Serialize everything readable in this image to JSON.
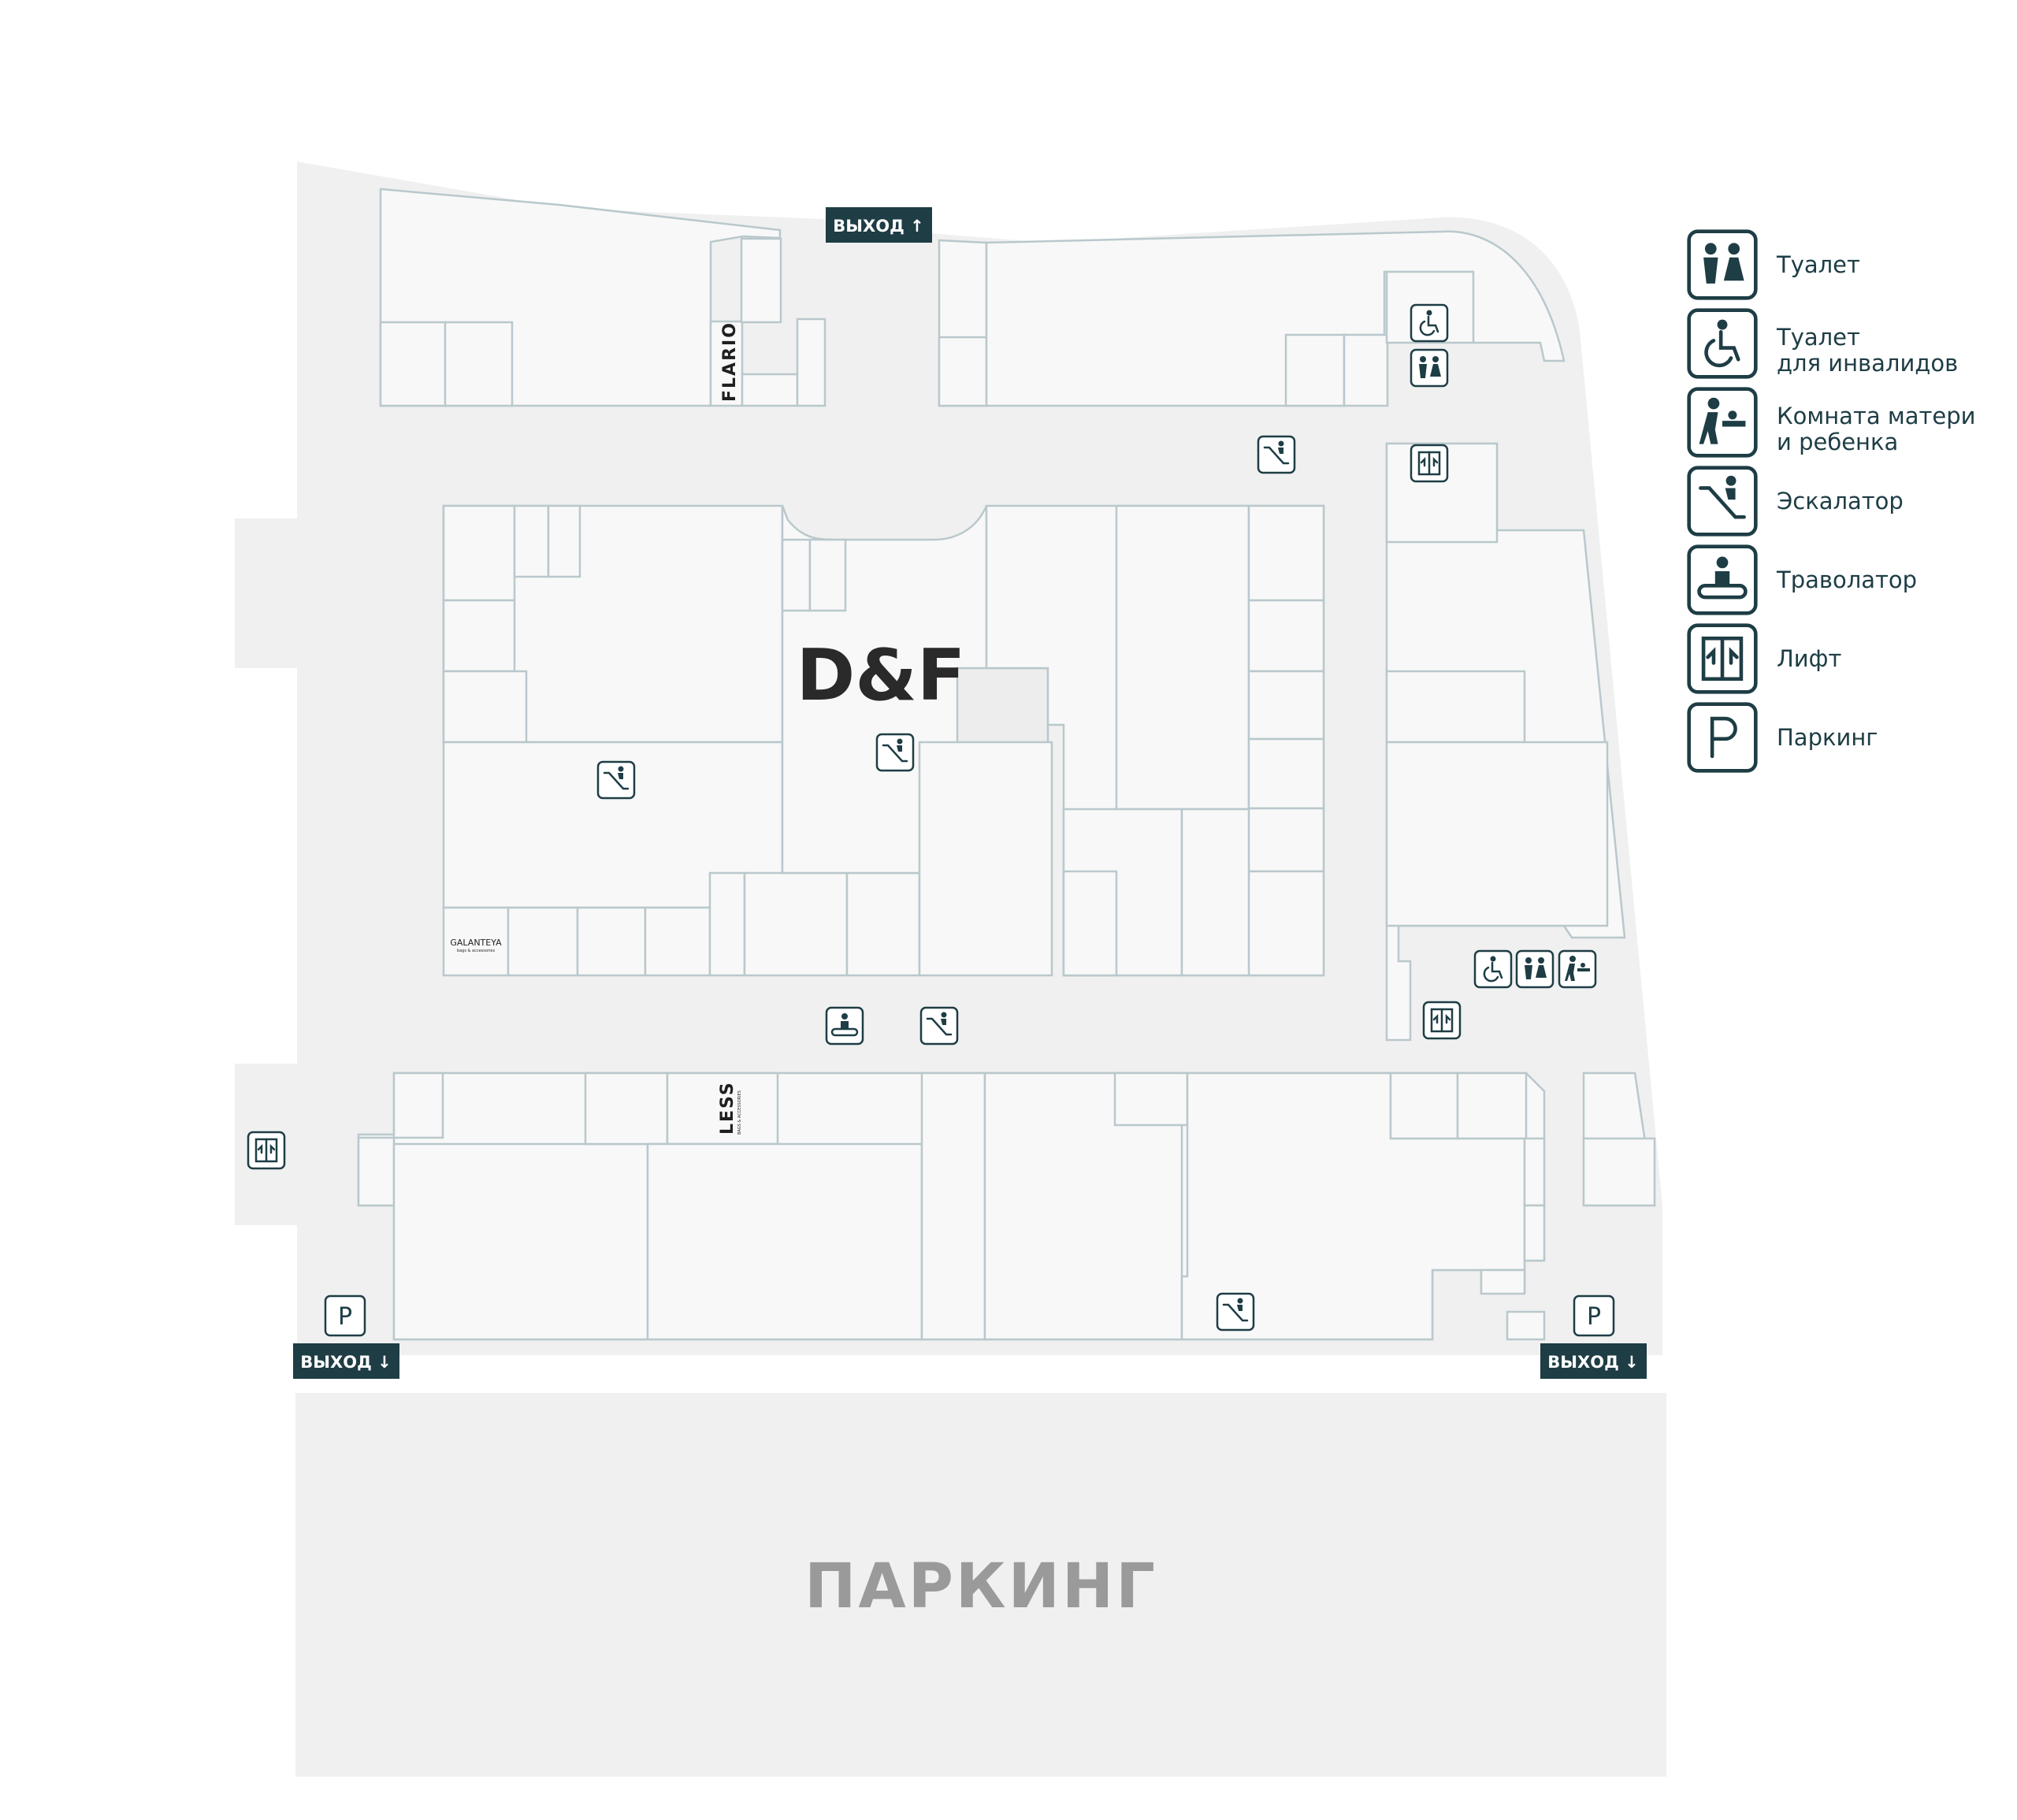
{
  "map": {
    "exits": {
      "top": "ВЫХОД ↑",
      "bottom_left": "ВЫХОД ↓",
      "bottom_right": "ВЫХОД ↓"
    },
    "parking_label": "ПАРКИНГ",
    "stores": {
      "df": "D&F",
      "flario": "FLARIO",
      "less": "LESS",
      "less_tagline": "BAGS & ACCESSORIES",
      "galanteya": "GALANTEYA",
      "galanteya_tagline": "bags & accessories"
    },
    "parking_sign": "P"
  },
  "legend": {
    "items": [
      {
        "icon": "toilet-icon",
        "label_line1": "Туалет",
        "label_line2": ""
      },
      {
        "icon": "accessible-toilet-icon",
        "label_line1": "Туалет",
        "label_line2": "для инвалидов"
      },
      {
        "icon": "mother-child-room-icon",
        "label_line1": "Комната матери",
        "label_line2": "и ребенка"
      },
      {
        "icon": "escalator-icon",
        "label_line1": "Эскалатор",
        "label_line2": ""
      },
      {
        "icon": "travelator-icon",
        "label_line1": "Траволатор",
        "label_line2": ""
      },
      {
        "icon": "elevator-icon",
        "label_line1": "Лифт",
        "label_line2": ""
      },
      {
        "icon": "parking-icon",
        "label_line1": "Паркинг",
        "label_line2": ""
      }
    ]
  },
  "colors": {
    "accent": "#1e3d45",
    "floor": "#f0f0f0",
    "shop_fill": "#f8f8f8",
    "shop_stroke": "#b9c8cc"
  }
}
